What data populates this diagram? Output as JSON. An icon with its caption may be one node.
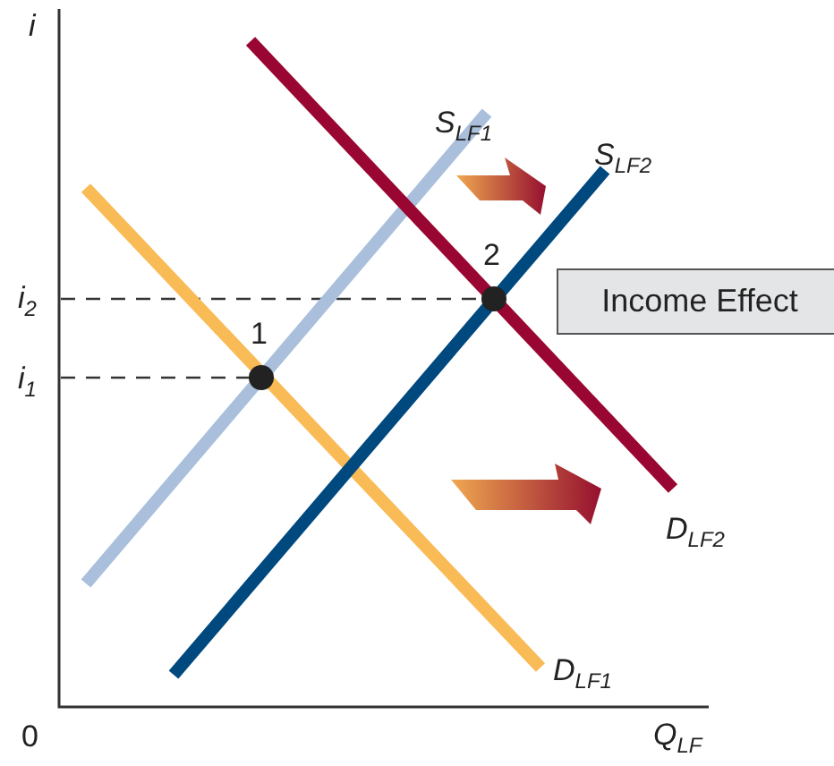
{
  "diagram": {
    "nodes": [
      {
        "text": [
          "Income Effect"
        ]
      }
    ],
    "edges": [],
    "labels": [
      "i",
      "S$_{LF}$$_{1}$",
      "S$_{LF}$$_{2}$",
      "2",
      "i$_{2}$",
      "i$_{1}$",
      "1",
      "D$_{LF}$$_{2}$",
      "D$_{LF}$$_{1}$",
      "0",
      "Q$_{LF}$"
    ]
  }
}
